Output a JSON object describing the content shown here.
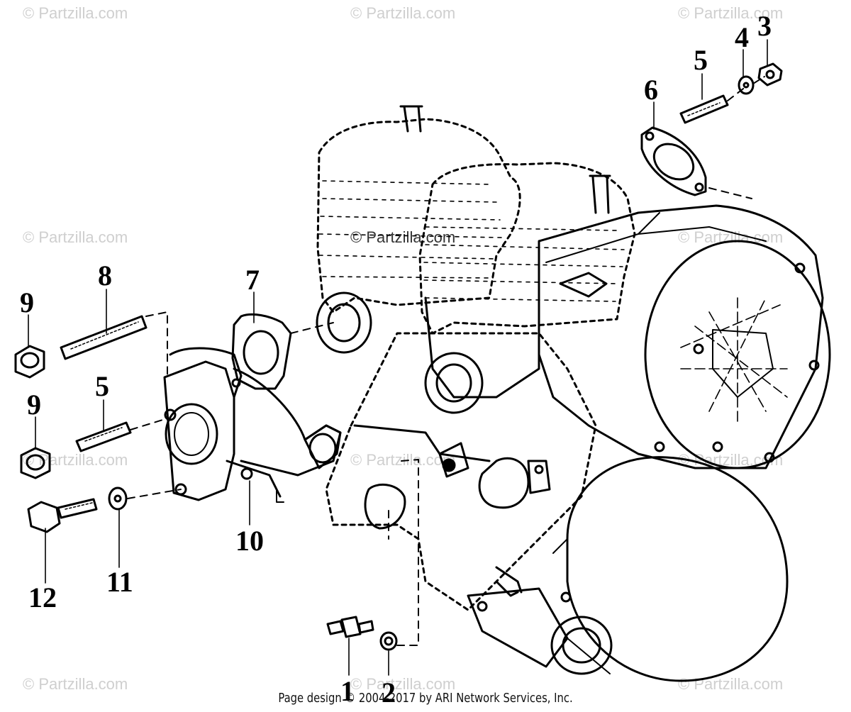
{
  "watermark": "© Partzilla.com",
  "callouts": {
    "c1": "1",
    "c2": "2",
    "c3": "3",
    "c4": "4",
    "c5a": "5",
    "c5b": "5",
    "c6": "6",
    "c7": "7",
    "c8": "8",
    "c9a": "9",
    "c9b": "9",
    "c10": "10",
    "c11": "11",
    "c12": "12"
  },
  "footer": "Page design © 2004-2017 by ARI Network Services, Inc."
}
